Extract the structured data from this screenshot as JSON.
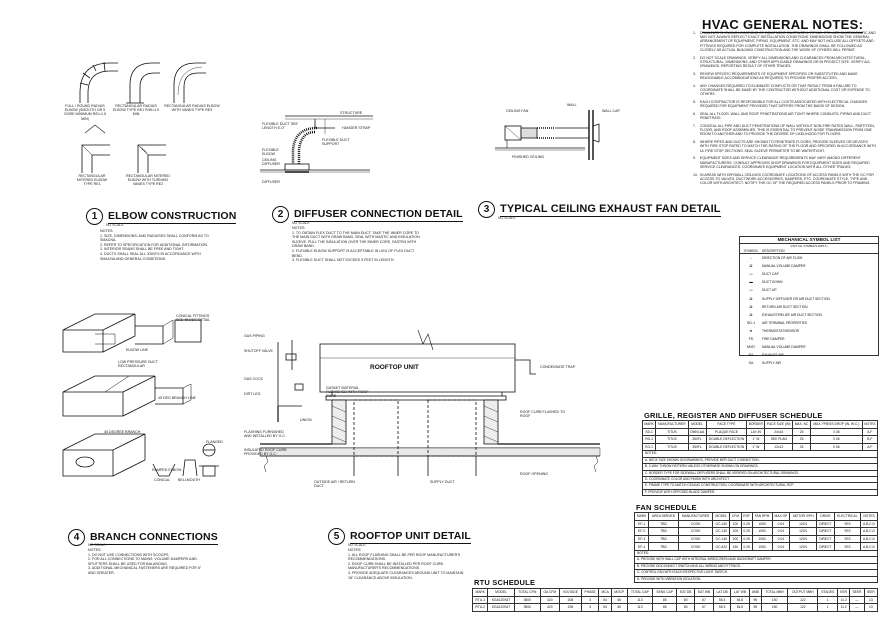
{
  "hvac_notes": {
    "title": "HVAC GENERAL NOTES:",
    "items": [
      {
        "n": "1.",
        "text": "DRAWINGS SHOWING LOCATIONS OF EQUIPMENT, DUCTWORK, PIPING, ETC. ARE DIAGRAMMATIC AND MAY NOT ALWAYS REFLECT EXACT INSTALLATION CONDITIONS. DIMENSIONS SHOW THE GENERAL ARRANGEMENT OF EQUIPMENT, PIPING, EQUIPMENT, ETC. AND MAY NOT INCLUDE ALL OFFSETS AND FITTINGS REQUIRED FOR COMPLETE INSTALLATION. THE DRAWINGS SHALL BE FOLLOWED AS CLOSELY AS ACTUAL BUILDING CONSTRUCTION AND THE WORK OF OTHERS WILL PERMIT."
      },
      {
        "n": "2.",
        "text": "DO NOT SCALE DRAWINGS. VERIFY ALL DIMENSIONS AND CLEARANCES FROM ARCHITECTURAL, STRUCTURAL, DIMENSIONS, AND OTHER APPLICABLE DRAWINGS OR IN PROJECT SITE. VERIFY ALL DRAWINGS, REPORTING RESULT OF OTHER TRADES."
      },
      {
        "n": "3.",
        "text": "REVIEW SPECIFIC REQUIREMENTS OF EQUIPMENT SPECIFIED OR SUBSTITUTED AND MAKE REASONABLE ACCOMMODATIONS AS REQUIRED TO PROVIDE PROPER ACCESS."
      },
      {
        "n": "4.",
        "text": "ANY CHANGES REQUIRED TO ELIMINATE CONFLICTS OR THAT RESULT FROM A FAILURE TO COORDINATE SHALL BE MADE BY THE CONTRACTOR WITHOUT ADDITIONAL COST OR EXPENSE TO OTHERS."
      },
      {
        "n": "5.",
        "text": "EACH CONTRACTOR IS RESPONSIBLE FOR ALL COSTS ASSOCIATED WITH ELECTRICAL CHANGES REQUIRED FOR EQUIPMENT PROVIDED THAT DIFFERS FROM THE BASIS OF DESIGN."
      },
      {
        "n": "6.",
        "text": "SEAL ALL FLOOR, WALL AND ROOF PENETRATIONS AIR TIGHT WHERE CONDUITS, PIPING AND DUCT PENETRATE."
      },
      {
        "n": "7.",
        "text": "CONCEAL ALL PIPE AND DUCT PENETRATIONS OF WALL WITHOUT NON-FIRE RATED WALL, PARTITION, FLOOR, AND ROOF ASSEMBLIES. THIS IS ESSENTIAL TO PREVENT NOISE TRANSMISSION FROM ONE ROOM TO ANOTHER AND TO PROVIDE THE DEGREE OF LIKELIHOOD FOR FLOORS."
      },
      {
        "n": "8.",
        "text": "WHERE PIPES AND DUCTS ARE SHOWN TO PENETRATE FLOORS, PROVIDE SLEEVES OR DEVICES WITH FIRE STOP RATED TO MATCH THE RATING OF THE FLOOR AND SPECIFIED IN ACCORDANCE WITH UL FIRE STOP SECTIONS. SEAL SLEEVE PERIMETER TO BE WATERTIGHT."
      },
      {
        "n": "9.",
        "text": "EQUIPMENT SIZES AND SERVICE CLEARANCE REQUIREMENTS MAY VARY AMONG DIFFERENT MANUFACTURERS. CONSULT APPROVED SHOP DRAWINGS FOR EQUIPMENT SIZES AND REQUIRED SERVICE CLEARANCES. COORDINATE EQUIPMENT LOCATION WITH ALL OTHER TRADES."
      },
      {
        "n": "10.",
        "text": "IN AREAS WITH DRYWALL CEILINGS COORDINATE LOCATIONS OF ACCESS PANELS WITH THE GC FOR ACCESS TO VALVES, DUCTWORK ACCESSORIES, DAMPERS, ETC. COORDINATE STYLE, TYPE AND COLOR WITH ARCHITECT. NOTIFY THE GC OF THE REQUIRED ACCESS PANELS PRIOR TO FRAMING."
      }
    ]
  },
  "details": [
    {
      "num": "1",
      "title": "ELBOW CONSTRUCTION",
      "scale": "NO SCALE"
    },
    {
      "num": "2",
      "title": "DIFFUSER CONNECTION DETAIL",
      "scale": "NO SCALE"
    },
    {
      "num": "3",
      "title": "TYPICAL CEILING EXHAUST FAN DETAIL",
      "scale": "NO SCALE"
    },
    {
      "num": "4",
      "title": "BRANCH CONNECTIONS",
      "scale": "NO SCALE"
    },
    {
      "num": "5",
      "title": "ROOFTOP UNIT DETAIL",
      "scale": "NO SCALE"
    }
  ],
  "elbow": {
    "labels": [
      "FULL / ROUND RADIUS ELBOW (SMOOTH OR 5 GORE MINIMUM R/D=1.5 MIN)",
      "RECTANGULAR RADIUS ELBOW TYPE RE1 R/W=1.0 MIN",
      "RECTANGULAR RADIUS ELBOW WITH VANES TYPE RE3",
      "RECTANGULAR MITERED ELBOW TYPE RE1",
      "RECTANGULAR MITERED ELBOW WITH TURNING VANES TYPE RE2"
    ],
    "notes": [
      "NOTES:",
      "1. SIZE, DIMENSIONS, AND RADIUSES SHALL CONFORM AS TO SMACNA.",
      "2. REFER TO SPECIFICATION FOR ADDITIONAL INFORMATION.",
      "3. INTERIOR SEAMS SHALL BE FREE AND TIGHT.",
      "4. DUCTS SHALL SEAL ALL JOINTS IN ACCORDANCE WITH SMACNA AND GENERAL CONDITIONS."
    ]
  },
  "diffuser": {
    "labels": [
      "STRUCTURE",
      "FLEXIBLE DUCT SEE LENGTH 5'-0\"",
      "HANGER STRAP",
      "FLEXIBLE ELBOW",
      "CEILING DIFFUSER",
      "FLEXIBLE DUCT SUPPORT",
      "DIFFUSER"
    ],
    "notes": [
      "NOTES:",
      "1. TO OBTAIN FLEX DUCT TO THE MAIN DUCT, TAKE THE INNER CORE TO THE MAIN DUCT WITH DRAW BAND, SEAL WITH MASTIC AND INSULATION SLEEVE. PULL THE INSULATION OVER THE INNER CORE, FASTEN WITH DRAW BAND.",
      "2. FLEXIBLE ELBOW SUPPORT IS ACCEPTABLE IN LIEU OF FLEX DUCT BEND.",
      "3. FLEXIBLE DUCT SHALL NOT EXCEED 5 FEET IN LENGTH."
    ]
  },
  "exhaust": {
    "labels": [
      "CEILING FAN",
      "WALL",
      "WALL CAP",
      "FINISHED CEILING"
    ]
  },
  "branch": {
    "labels": [
      "CONICAL FITTINGS SEE 45 DEG DETAIL",
      "ELBOW LINE",
      "LOW PRESSURE DUCT RECTANGULAR",
      "45 DEG BRANCH LINE",
      "45 DEGREE BRANCH",
      "RAMPED ELBOW",
      "CONICAL",
      "BELLMOUTH",
      "FLANGED"
    ],
    "notes": [
      "NOTES:",
      "1. DO NOT USE CONNECTIONS WITH SCOOPS.",
      "2. FOR ALL CONNECTIONS TO MAINS, VOLUME DAMPERS AND SPLITTERS SHALL BE USED FOR BALANCING.",
      "3. ADDITIONAL MECHANICAL FASTENERS ARE REQUIRED FOR 6\" AND GREATER."
    ]
  },
  "rooftop": {
    "unit_label": "ROOFTOP UNIT",
    "labels": [
      "GAS PIPING",
      "SHUTOFF VALVE",
      "DIRT LEG",
      "GAS COCK",
      "UNION",
      "GASKET MATERIAL FURNISHED WITH ROOF CURB",
      "CONDENSATE TRAP",
      "ROOF CURB FLASHED TO ROOF",
      "INSULATED ROOF CURB PROVIDED BY G.C.",
      "FLASHING FURNISHED AND INSTALLED BY G.C.",
      "OUTSIDE AIR / RETURN DUCT",
      "SUPPLY DUCT",
      "ROOF OPENING"
    ],
    "notes": [
      "NOTES:",
      "1. ALL ROOF FLASHING SHALL BE PER ROOF MANUFACTURER'S RECOMMENDATIONS.",
      "2. ROOF CURB SHALL BE INSTALLED PER ROOF CURB MANUFACTURER'S RECOMMENDATIONS.",
      "3. PROVIDE ADEQUATE CLEARANCES AROUND UNIT TO MAINTAIN 18\" CLEARANCE ABOVE INSULATION."
    ]
  },
  "symbol_legend": {
    "title": "MECHANICAL SYMBOL LIST",
    "subtitle": "(NOT ALL SYMBOLS APPLY)",
    "rows": [
      {
        "sym": "SYMBOL",
        "desc": "DESCRIPTION"
      },
      {
        "sym": "→",
        "desc": "DIRECTION OF AIR FLOW"
      },
      {
        "sym": "⊠",
        "desc": "MANUAL VOLUME DAMPER"
      },
      {
        "sym": "▭",
        "desc": "DUCT CAP"
      },
      {
        "sym": "▬",
        "desc": "DUCT DOWN"
      },
      {
        "sym": "▭",
        "desc": "DUCT UP"
      },
      {
        "sym": "⊠",
        "desc": "SUPPLY DIFFUSER OR AIR DUCT SECTION"
      },
      {
        "sym": "⊠",
        "desc": "RETURN AIR DUCT SECTION"
      },
      {
        "sym": "⊠",
        "desc": "EXHAUST/RELIEF AIR DUCT SECTION"
      },
      {
        "sym": "SD-1",
        "desc": "AIR TERMINAL PROPERTIES"
      },
      {
        "sym": "⊕",
        "desc": "THERMOSTAT/SENSOR"
      },
      {
        "sym": "FD",
        "desc": "FIRE DAMPER"
      },
      {
        "sym": "MVD",
        "desc": "MANUAL VOLUME DAMPER"
      },
      {
        "sym": "EA",
        "desc": "EXHAUST AIR"
      },
      {
        "sym": "SA",
        "desc": "SUPPLY AIR"
      }
    ]
  },
  "grille_schedule": {
    "title": "GRILLE, REGISTER AND DIFFUSER SCHEDULE",
    "headers": [
      "MARK",
      "MANUFACTURER",
      "MODEL",
      "FACE TYPE",
      "BORDER",
      "FACE SIZE (IN)",
      "MAX. NC",
      "MAX. PRESS DROP (IN. W.C.)",
      "NOTES"
    ],
    "rows": [
      [
        "SD-1",
        "TITUS",
        "OMNI-AA",
        "PLAQUE FACE",
        "LAY-IN",
        "24x24",
        "25",
        "0.08",
        "A,F"
      ],
      [
        "RG-1",
        "TITUS",
        "350FL",
        "DOUBLE DEFLECTION",
        "1\" W",
        "SEE PLAN",
        "25",
        "0.06",
        "B,F"
      ],
      [
        "EG-1",
        "TITUS",
        "350FL",
        "DOUBLE DEFLECTION",
        "1\" W",
        "12x12",
        "25",
        "0.06",
        "A,F"
      ]
    ],
    "notes": [
      "NOTES:",
      "A. NECK SIZE SHOWN ON DRAWINGS, PROVIDE MFR DUCT CONNECTION.",
      "B. 2-WAY THROW PATTERN UNLESS OTHERWISE SHOWN ON DRAWINGS.",
      "C. BORDER TYPE FOR SIDEWALL DIFFUSERS SHALL BE VERIFIED ON ARCHITECTURAL DRAWINGS.",
      "D. COORDINATE COLOR AND FINISH WITH ARCHITECT.",
      "E. FRAME TYPE TO MATCH CEILING CONSTRUCTION. COORDINATE WITH ARCHITECTURAL RCP.",
      "F. PROVIDE WITH OPPOSED BLADE DAMPER."
    ]
  },
  "fan_schedule": {
    "title": "FAN SCHEDULE",
    "headers": [
      "MARK",
      "AREA SERVED",
      "MANUFACTURER",
      "MODEL",
      "CFM",
      "ESP",
      "FAN RPM",
      "MAX HP",
      "MOTOR V/PH",
      "DRIVE",
      "ELECTRICAL",
      "NOTES"
    ],
    "rows": [
      [
        "EF-1",
        "TBD",
        "COOK",
        "GC-140",
        "100",
        "0.25",
        "1050",
        "0.04",
        "120/1",
        "DIRECT",
        "YES",
        "A,B,C,D"
      ],
      [
        "EF-2",
        "TBD",
        "COOK",
        "GC-140",
        "100",
        "0.25",
        "1050",
        "0.04",
        "120/1",
        "DIRECT",
        "YES",
        "A,B,C,D"
      ],
      [
        "EF-3",
        "TBD",
        "COOK",
        "GC-140",
        "100",
        "0.25",
        "1050",
        "0.04",
        "120/1",
        "DIRECT",
        "YES",
        "A,B,C,D"
      ],
      [
        "EF-4",
        "TBD",
        "COOK",
        "GC-522",
        "150",
        "0.25",
        "1050",
        "0.04",
        "120/1",
        "DIRECT",
        "YES",
        "A,B,C,D"
      ]
    ],
    "notes": [
      "NOTES:",
      "A. PROVIDE WITH WALL CAP WITH INTEGRAL BIRDSCREEN AND BACKDRAFT DAMPER.",
      "B. PROVIDE DISCONNECT SWITCH AND ALL WIRING AND FITTINGS.",
      "C. CONTROL FAN WITH EACH RESPECTIVE LIGHT SWITCH.",
      "D. PROVIDE WITH VIBRATION ISOLATION."
    ]
  },
  "rtu_schedule": {
    "title": "RTU SCHEDULE",
    "headers": [
      "MARK",
      "MODEL",
      "TOTAL CFM",
      "OA CFM",
      "VOLTAGE",
      "PHASE",
      "MCA",
      "MOCP",
      "TOTAL CAP",
      "SENS CAP",
      "EAT DB",
      "EAT WB",
      "LAT DB",
      "LAT WB",
      "AMB",
      "TOTAL MBH",
      "OUTPUT MBH",
      "STAGES",
      "EER",
      "SEER",
      "IEER"
    ],
    "rows": [
      [
        "RTU-1",
        "KGA120S4T",
        "3500",
        "420",
        "208",
        "3",
        "54",
        "60",
        "113",
        "85",
        "80",
        "67",
        "55.3",
        "54.8",
        "95",
        "150",
        "122",
        "1",
        "11.2",
        "—",
        "13"
      ],
      [
        "RTU-2",
        "KGA120S4T",
        "3500",
        "420",
        "208",
        "3",
        "54",
        "60",
        "113",
        "85",
        "80",
        "67",
        "55.3",
        "54.8",
        "95",
        "150",
        "122",
        "1",
        "11.2",
        "—",
        "13"
      ]
    ]
  },
  "colors": {
    "ink": "#111111",
    "accent": "#333333"
  }
}
